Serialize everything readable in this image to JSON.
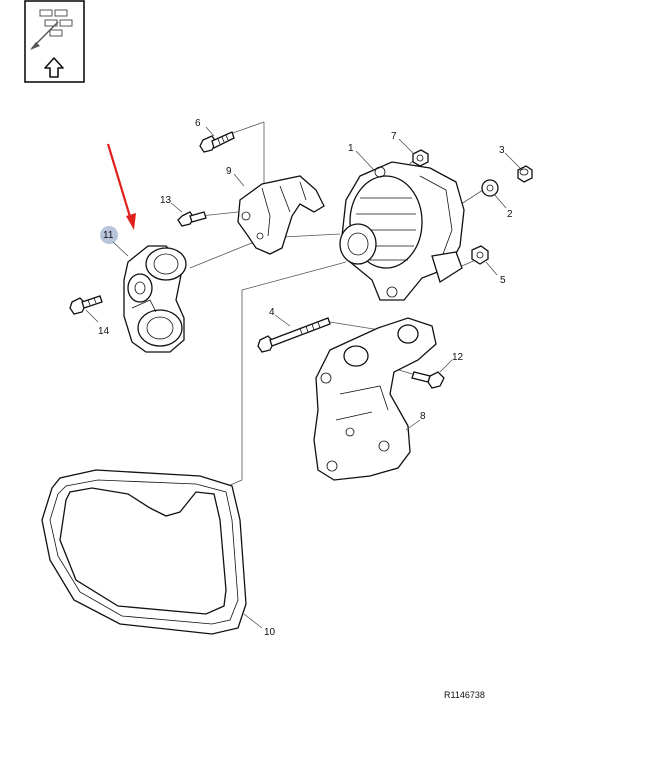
{
  "reference": "R1146738",
  "highlighted_part": "11",
  "colors": {
    "highlight": "#b9c4dc",
    "arrow": "#e0201c",
    "line": "#111111"
  },
  "nav_icon": "exploded-view-up-icon",
  "callouts": {
    "p1": "1",
    "p2": "2",
    "p3": "3",
    "p4": "4",
    "p5": "5",
    "p6": "6",
    "p7": "7",
    "p8": "8",
    "p9": "9",
    "p10": "10",
    "p11": "11",
    "p12": "12",
    "p13": "13",
    "p14": "14"
  }
}
